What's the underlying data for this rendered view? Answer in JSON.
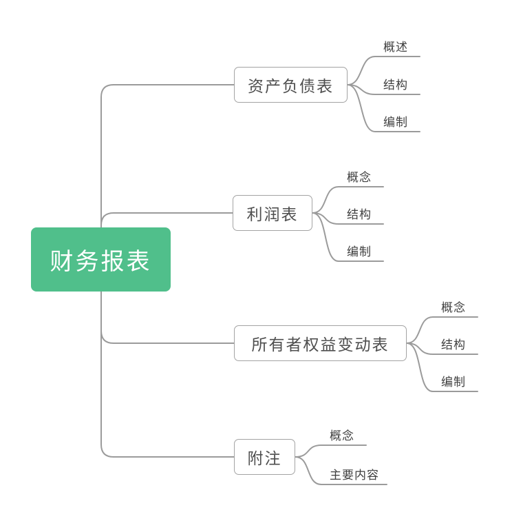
{
  "map": {
    "root": {
      "label": "财务报表"
    },
    "branches": [
      {
        "label": "资产负债表",
        "children": [
          {
            "label": "概述"
          },
          {
            "label": "结构"
          },
          {
            "label": "编制"
          }
        ]
      },
      {
        "label": "利润表",
        "children": [
          {
            "label": "概念"
          },
          {
            "label": "结构"
          },
          {
            "label": "编制"
          }
        ]
      },
      {
        "label": "所有者权益变动表",
        "children": [
          {
            "label": "概念"
          },
          {
            "label": "结构"
          },
          {
            "label": "编制"
          }
        ]
      },
      {
        "label": "附注",
        "children": [
          {
            "label": "概念"
          },
          {
            "label": "主要内容"
          }
        ]
      }
    ],
    "colors": {
      "root_fill": "#50bf8b",
      "root_text": "#ffffff",
      "branch_border": "#a3a3a3",
      "branch_text": "#4e4e4e",
      "leaf_text": "#3f3f3f",
      "connector": "#9b9b9b"
    }
  }
}
